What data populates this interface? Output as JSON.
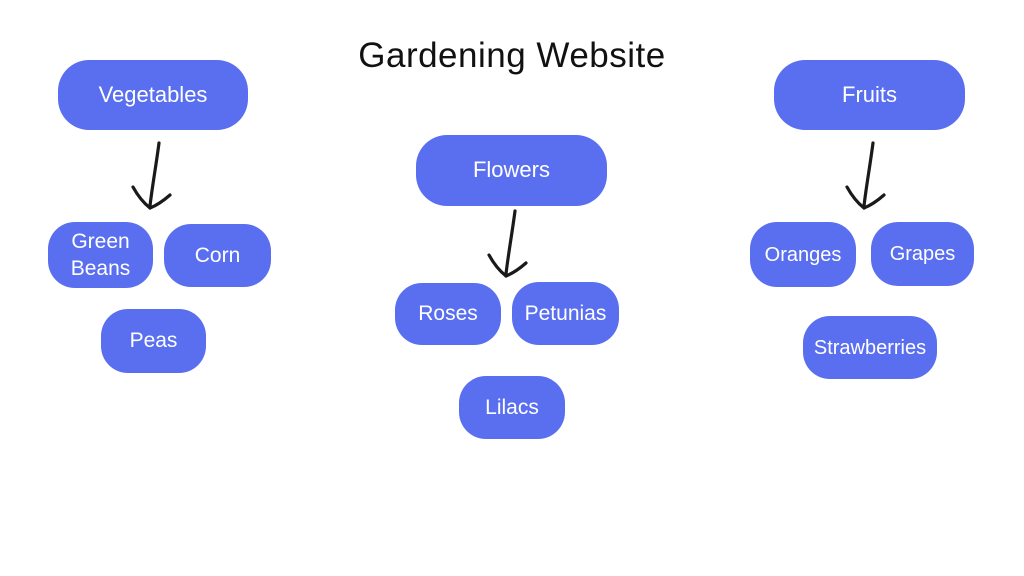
{
  "title": "Gardening Website",
  "colors": {
    "node_fill": "#5a6ff0",
    "node_text": "#ffffff",
    "title_text": "#111111",
    "arrow": "#1a1a1a",
    "background": "#ffffff"
  },
  "groups": [
    {
      "id": "vegetables",
      "parent": {
        "label": "Vegetables"
      },
      "children": [
        {
          "label": "Green Beans"
        },
        {
          "label": "Corn"
        },
        {
          "label": "Peas"
        }
      ]
    },
    {
      "id": "flowers",
      "parent": {
        "label": "Flowers"
      },
      "children": [
        {
          "label": "Roses"
        },
        {
          "label": "Petunias"
        },
        {
          "label": "Lilacs"
        }
      ]
    },
    {
      "id": "fruits",
      "parent": {
        "label": "Fruits"
      },
      "children": [
        {
          "label": "Oranges"
        },
        {
          "label": "Grapes"
        },
        {
          "label": "Strawberries"
        }
      ]
    }
  ]
}
